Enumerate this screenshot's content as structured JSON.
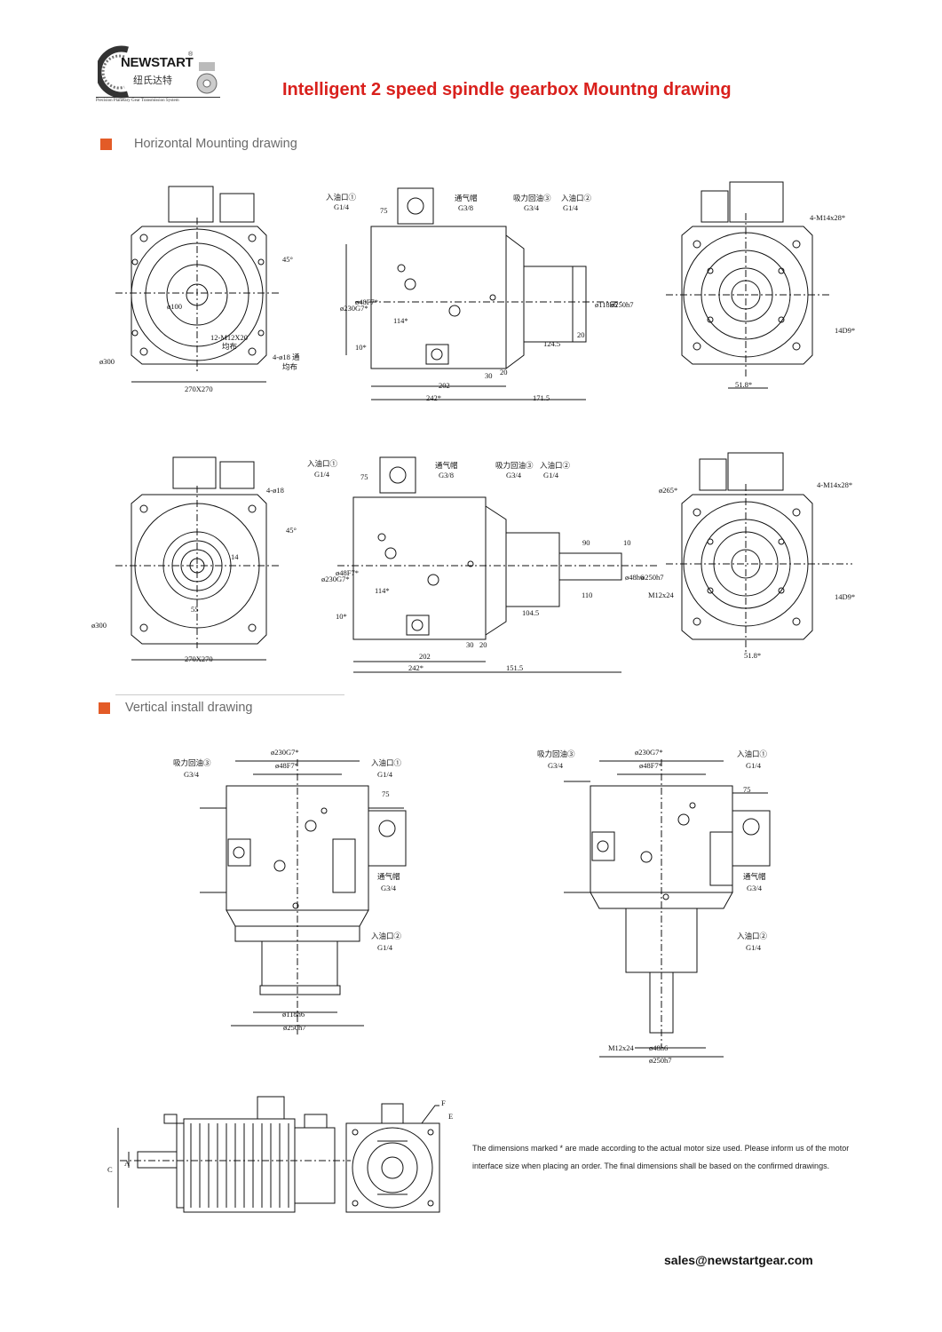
{
  "header": {
    "brand": "NEWSTART",
    "brand_cn": "纽氏达特",
    "registered": "®",
    "tagline": "Precision Planetary Gear Transmission System",
    "title": "Intelligent 2 speed spindle gearbox Mountng drawing",
    "title_color": "#d9201c"
  },
  "sections": {
    "horizontal": "Horizontal Mounting drawing",
    "vertical": "Vertical install drawing",
    "accent_color": "#e35b27"
  },
  "labels": {
    "d100": "ø100",
    "m12": "12-M12X20",
    "junbu": "均布",
    "d18": "4-ø18 通",
    "d18b": "4-ø18",
    "d300": "ø300",
    "s270": "270X270",
    "a45": "45°",
    "in1": "入油口①",
    "g14": "G1/4",
    "vent": "通气帽",
    "g38": "G3/8",
    "g34": "G3/4",
    "ret3": "吸力回油③",
    "in2": "入油口②",
    "v75": "75",
    "d230": "ø230G7*",
    "d48f": "ø48F7*",
    "v114": "114*",
    "v10": "10*",
    "d118": "ø118h6",
    "d250": "ø250h7",
    "v124": "124.5",
    "v20": "20",
    "v30": "30",
    "v202": "202",
    "v242": "242*",
    "v171": "171.5",
    "m14": "4-M14x28*",
    "v14d9": "14D9*",
    "v518": "51.8*",
    "v55": "55",
    "v14": "14",
    "v90": "90",
    "v10b": "10",
    "d48h": "ø48h6",
    "v110": "110",
    "m1224": "M12x24",
    "v104": "104.5",
    "v151": "151.5",
    "d265": "ø265*",
    "lC": "C",
    "lA": "A",
    "lF": "F",
    "lE": "E"
  },
  "note": "The dimensions marked * are made according to the actual motor size used. Please inform us of the motor interface size when placing an order. The final dimensions shall be based on the confirmed drawings.",
  "email": "sales@newstartgear.com"
}
